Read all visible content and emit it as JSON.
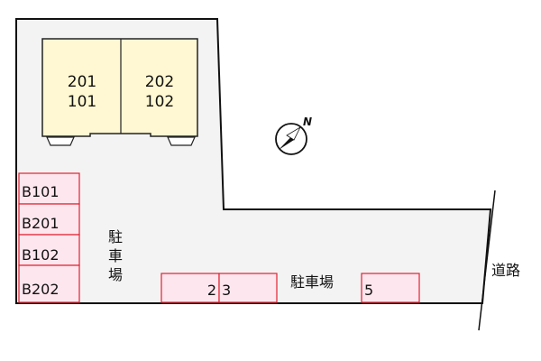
{
  "buildings": [
    {
      "upper": "201",
      "lower": "101"
    },
    {
      "upper": "202",
      "lower": "102"
    }
  ],
  "left_parking": [
    "B101",
    "B201",
    "B102",
    "B202"
  ],
  "bottom_parking": [
    "2",
    "3",
    "5"
  ],
  "labels": {
    "parking_vertical": [
      "駐",
      "車",
      "場"
    ],
    "parking_horizontal": "駐車場",
    "road": "道路",
    "north": "N"
  },
  "colors": {
    "lot": "#f3f3f3",
    "building": "#fff8d2",
    "parking_fill": "#fde6ee",
    "parking_border": "#e02030"
  }
}
